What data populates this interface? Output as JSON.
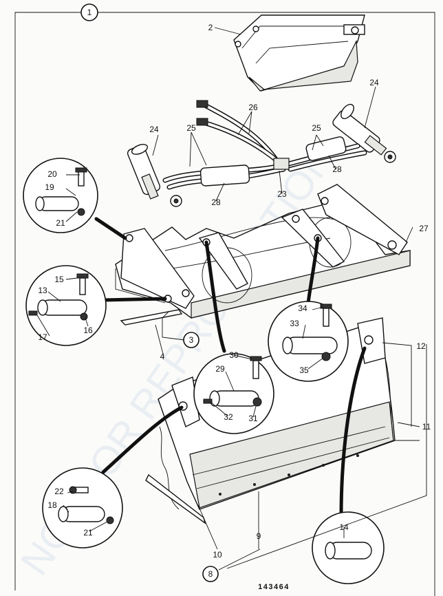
{
  "diagram": {
    "group_labels": [
      "1",
      "3",
      "8"
    ],
    "part_labels": [
      "2",
      "4",
      "9",
      "10",
      "11",
      "12",
      "13",
      "14",
      "15",
      "16",
      "17",
      "18",
      "19",
      "20",
      "21",
      "21",
      "22",
      "23",
      "24",
      "24",
      "25",
      "25",
      "26",
      "27",
      "28",
      "28",
      "29",
      "30",
      "31",
      "32",
      "33",
      "34",
      "35"
    ],
    "part_number": "143464",
    "watermark": "NOT FOR REPRODUCTION",
    "colors": {
      "ink": "#111111",
      "paper": "#fbfbf9",
      "watermark": "#c9d8e8"
    }
  }
}
